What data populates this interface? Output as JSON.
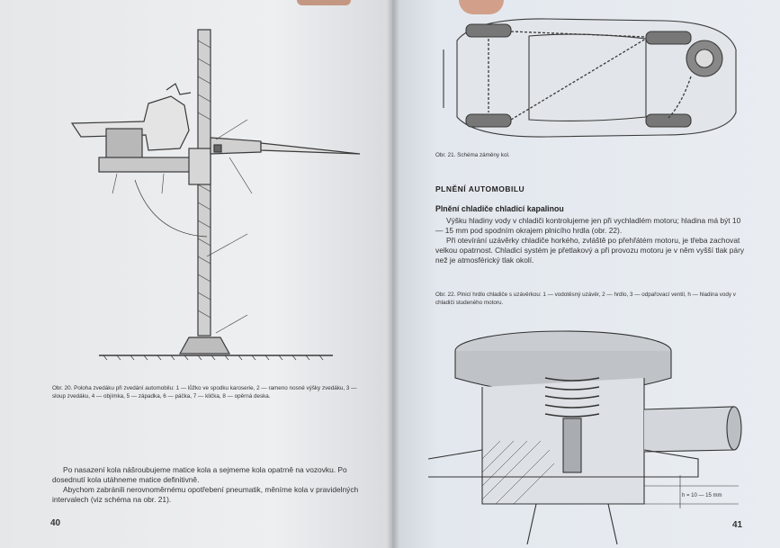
{
  "left_page": {
    "page_number": "40",
    "figure_caption": "Obr. 20. Poloha zvedáku při zvedání automobilu: 1 — lůžko ve spodku karoserie, 2 — rameno nosné výšky zvedáku, 3 — sloup zvedáku, 4 — objímka, 5 — západka, 6 — páčka, 7 — klička, 8 — opěrná deska.",
    "paragraphs": [
      "Po nasazení kola nášroubujeme matice kola a sejmeme kola opatrně na vozovku. Po dosednutí kola utáhneme matice definitivně.",
      "Abychom zabránili nerovnoměrnému opotřebení pneumatik, měníme kola v pravidelných intervalech (viz schéma na obr. 21)."
    ]
  },
  "right_page": {
    "page_number": "41",
    "figure_caption": "Obr. 21. Schéma záměny kol.",
    "section_title": "PLNĚNÍ AUTOMOBILU",
    "subsection_title": "Plnění chladiče chladicí kapalinou",
    "paragraphs": [
      "Výšku hladiny vody v chladiči kontrolujeme jen při vychladlém motoru; hladina má být 10 — 15 mm pod spodním okrajem plnicího hrdla (obr. 22).",
      "Při otevírání uzávěrky chladiče horkého, zvláště po přehřátém motoru, je třeba zachovat velkou opatrnost. Chladicí systém je přetlakový a při provozu motoru je v něm vyšší tlak páry než je atmosférický tlak okolí."
    ],
    "figure22_caption": "Obr. 22. Plnicí hrdlo chladiče s uzávěrkou: 1 — vodotěsný uzávěr, 2 — hrdlo, 3 — odpařovací ventil, h — hladina vody v chladiči studeného motoru.",
    "figure22_label": "h = 10 — 15 mm"
  },
  "colors": {
    "paper_left": "#eceef0",
    "paper_right": "#e6eaef",
    "ink": "#2a2a2a",
    "line_art": "#3a3a3a"
  }
}
